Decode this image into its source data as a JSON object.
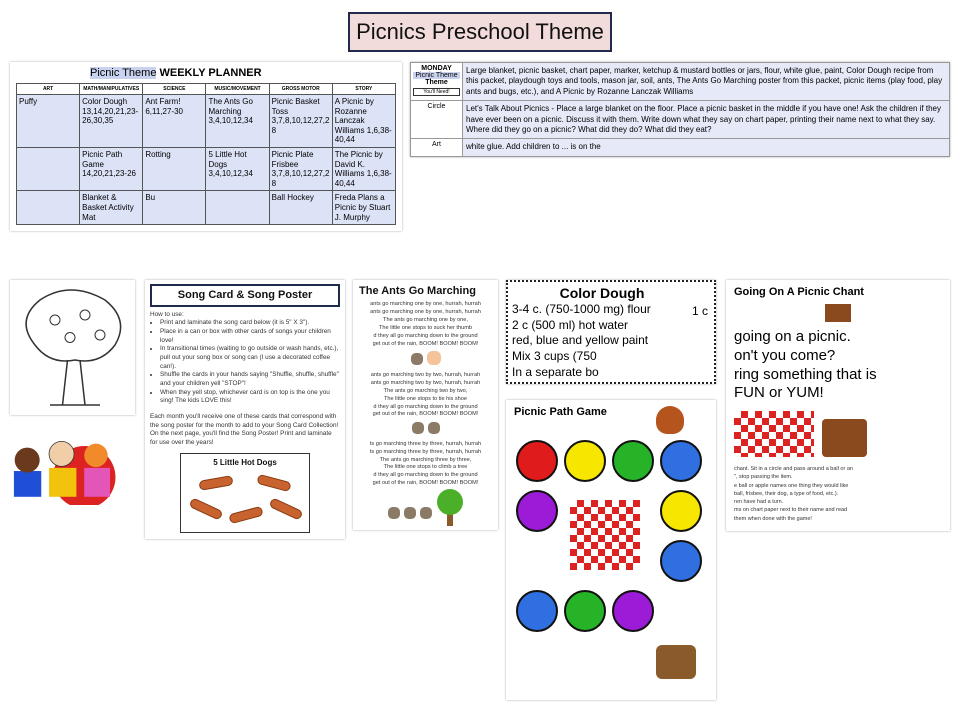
{
  "title": "Picnics Preschool Theme",
  "planner": {
    "theme": "Picnic Theme",
    "heading": "WEEKLY PLANNER",
    "headers": [
      "ART",
      "MATH/MANIPULATIVES",
      "SCIENCE",
      "MUSIC/MOVEMENT",
      "GROSS MOTOR",
      "STORY"
    ],
    "rows": [
      [
        "Puffy",
        "Color Dough 13,14,20,21,23-26,30,35",
        "Ant Farm! 6,11,27-30",
        "The Ants Go Marching 3,4,10,12,34",
        "Picnic Basket Toss 3,7,8,10,12,27,28",
        "A Picnic by Rozanne Lanczak Williams 1,6,38-40,44"
      ],
      [
        "",
        "Picnic Path Game 14,20,21,23-26",
        "Rotting",
        "5 Little Hot Dogs 3,4,10,12,34",
        "Picnic Plate Frisbee 3,7,8,10,12,27,28",
        "The Picnic by David K. Williams 1,6,38-40,44"
      ],
      [
        "",
        "Blanket & Basket Activity Mat",
        "Bu",
        "",
        "Ball Hockey",
        "Freda Plans a Picnic by Stuart J. Murphy"
      ]
    ]
  },
  "monday": {
    "day": "MONDAY",
    "theme": "Picnic Theme",
    "theme_label": "Theme",
    "need": "You'll Need!",
    "rows": [
      {
        "label": "",
        "text": "Large blanket, picnic basket, chart paper, marker, ketchup & mustard bottles or jars, flour, white glue, paint, Color Dough recipe from this packet, playdough toys and tools, mason jar, soil, ants, The Ants Go Marching poster from this packet, picnic items (play food, play ants and bugs, etc.), and A Picnic by Rozanne Lanczak Williams"
      },
      {
        "label": "Circle",
        "text": "Let's Talk About Picnics - Place a large blanket on the floor. Place a picnic basket in the middle if you have one! Ask the children if they have ever been on a picnic. Discuss it with them. Write down what they say on chart paper, printing their name next to what they say. Where did they go on a picnic? What did they do? What did they eat?"
      },
      {
        "label": "Art",
        "text": "white glue. Add children to ... is on the"
      }
    ]
  },
  "game": {
    "title": "Picnic Path Game"
  },
  "dough": {
    "title": "Color Dough",
    "lines": [
      "3-4 c. (750-1000 mg) flour",
      "2 c (500 ml) hot water",
      "red, blue and yellow paint",
      "Mix 3 cups (750",
      "In a separate bo"
    ],
    "side": "1 c"
  },
  "song": {
    "title": "Song Card & Song Poster",
    "how": "How to use:",
    "bullets": [
      "Print and laminate the song card below (it is 5\" X 3\").",
      "Place in a can or box with other cards of songs your children love!",
      "In transitional times (waiting to go outside or wash hands, etc.), pull out your song box or song can (I use a decorated coffee can!).",
      "Shuffle the cards in your hands saying \"Shuffle, shuffle, shuffle\" and your children yell \"STOP\"!",
      "When they yell stop, whichever card is on top is the one you sing!  The kids LOVE this!"
    ],
    "p1": "Each month you'll receive one of these cards that correspond with the song poster for the month to add to your Song Card Collection!",
    "p2": "On the next page, you'll find the Song Poster!  Print and laminate for use over the years!",
    "poster_title": "5 Little Hot Dogs"
  },
  "ants": {
    "title": "The Ants Go Marching",
    "v1": [
      "ants go marching one by one, hurrah, hurrah",
      "ants go marching one by one, hurrah, hurrah",
      "The ants go marching one by one,",
      "The little one stops to suck her thumb",
      "d they all go marching down to the ground",
      "get out of the rain, BOOM! BOOM! BOOM!"
    ],
    "v2": [
      "ants go marching two by two, hurrah, hurrah",
      "ants go marching two by two, hurrah, hurrah",
      "The ants go marching two by two,",
      "The little one stops to tie his shoe",
      "d they all go marching down to the ground",
      "get out of the rain, BOOM! BOOM! BOOM!"
    ],
    "v3": [
      "ts go marching three by three, hurrah, hurrah",
      "ts go marching three by three, hurrah, hurrah",
      "The ants go marching three by three,",
      "The little one stops to climb a tree",
      "d they all go marching down to the ground",
      "get out of the rain, BOOM! BOOM! BOOM!"
    ]
  },
  "chant": {
    "title": "Going On A Picnic Chant",
    "lines": [
      "going on a picnic.",
      "on't you come?",
      "ring something that is",
      "FUN or YUM!"
    ],
    "small": [
      "chant. Sit in a circle and pass around a ball or an",
      "\", stop passing the item.",
      "e ball or apple names one thing they would like",
      "ball, frisbee, their dog, a type of food, etc.).",
      "ren have had a turn.",
      "ms on chart paper next to their name and read",
      "them when done with the game!"
    ]
  },
  "colors": {
    "red": "#e01b1b",
    "yellow": "#f7e600",
    "green": "#27b327",
    "blue": "#2f6fe0",
    "purple": "#9b1bd6"
  }
}
